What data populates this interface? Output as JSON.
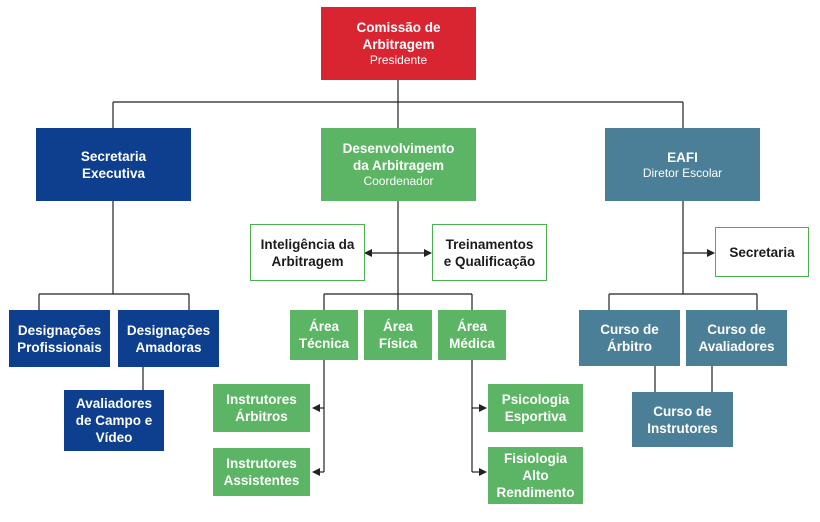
{
  "colors": {
    "red": "#d92531",
    "navy": "#0d3f8e",
    "green": "#5bb564",
    "teal": "#4a7f97",
    "line": "#222222"
  },
  "top": {
    "title": "Comissão de\nArbitragem",
    "subtitle": "Presidente"
  },
  "secretaria_executiva": {
    "title": "Secretaria\nExecutiva"
  },
  "desenvolvimento": {
    "title": "Desenvolvimento\nda Arbitragem",
    "subtitle": "Coordenador"
  },
  "eafi": {
    "title": "EAFI",
    "subtitle": "Diretor Escolar"
  },
  "inteligencia": {
    "title": "Inteligência da\nArbitragem"
  },
  "treinamentos": {
    "title": "Treinamentos\ne Qualificação"
  },
  "secretaria": {
    "title": "Secretaria"
  },
  "designacoes_profissionais": {
    "title": "Designações\nProfissionais"
  },
  "designacoes_amadoras": {
    "title": "Designações\nAmadoras"
  },
  "avaliadores_campo_video": {
    "title": "Avaliadores\nde Campo e\nVídeo"
  },
  "area_tecnica": {
    "title": "Área\nTécnica"
  },
  "area_fisica": {
    "title": "Área\nFísica"
  },
  "area_medica": {
    "title": "Área\nMédica"
  },
  "instrutores_arbitros": {
    "title": "Instrutores\nÁrbitros"
  },
  "instrutores_assistentes": {
    "title": "Instrutores\nAssistentes"
  },
  "psicologia_esportiva": {
    "title": "Psicologia\nEsportiva"
  },
  "fisiologia": {
    "title": "Fisiologia\nAlto\nRendimento"
  },
  "curso_arbitro": {
    "title": "Curso de\nÁrbitro"
  },
  "curso_avaliadores": {
    "title": "Curso de\nAvaliadores"
  },
  "curso_instrutores": {
    "title": "Curso de\nInstrutores"
  }
}
